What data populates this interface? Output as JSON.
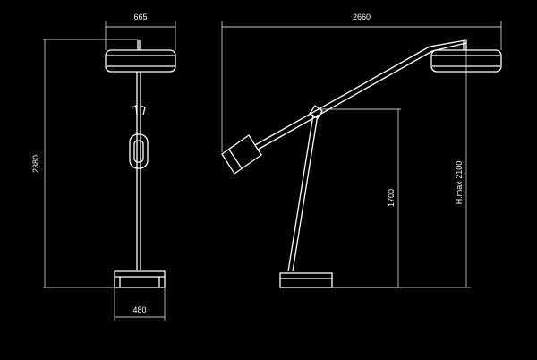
{
  "colors": {
    "background": "#000000",
    "line": "#ffffff"
  },
  "dimensions": {
    "front_width_top": "665",
    "front_width_base": "480",
    "front_height": "2380",
    "side_total_width": "2660",
    "side_pivot_height": "1700",
    "side_max_height": "H.max 2100"
  }
}
